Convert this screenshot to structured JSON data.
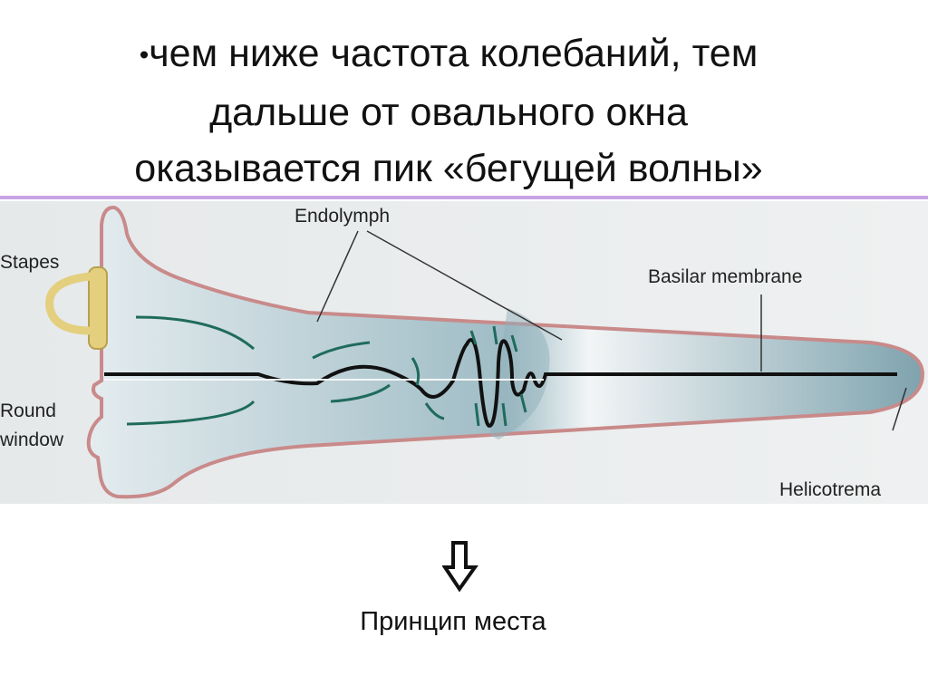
{
  "slide": {
    "bullet": "•",
    "title_lines": [
      "чем ниже частота колебаний, тем",
      "дальше от овального окна",
      "оказывается пик «бегущей волны»"
    ],
    "caption": "Принцип места"
  },
  "diagram": {
    "labels": {
      "endolymph": "Endolymph",
      "stapes": "Stapes",
      "basilar_membrane": "Basilar membrane",
      "round_window_1": "Round",
      "round_window_2": "window",
      "helicotrema": "Helicotrema"
    },
    "colors": {
      "outline": "#c98a8a",
      "fluid": "#b9cdd4",
      "arrows": "#1f6b5c",
      "stapes": "#e3cf7e"
    }
  }
}
